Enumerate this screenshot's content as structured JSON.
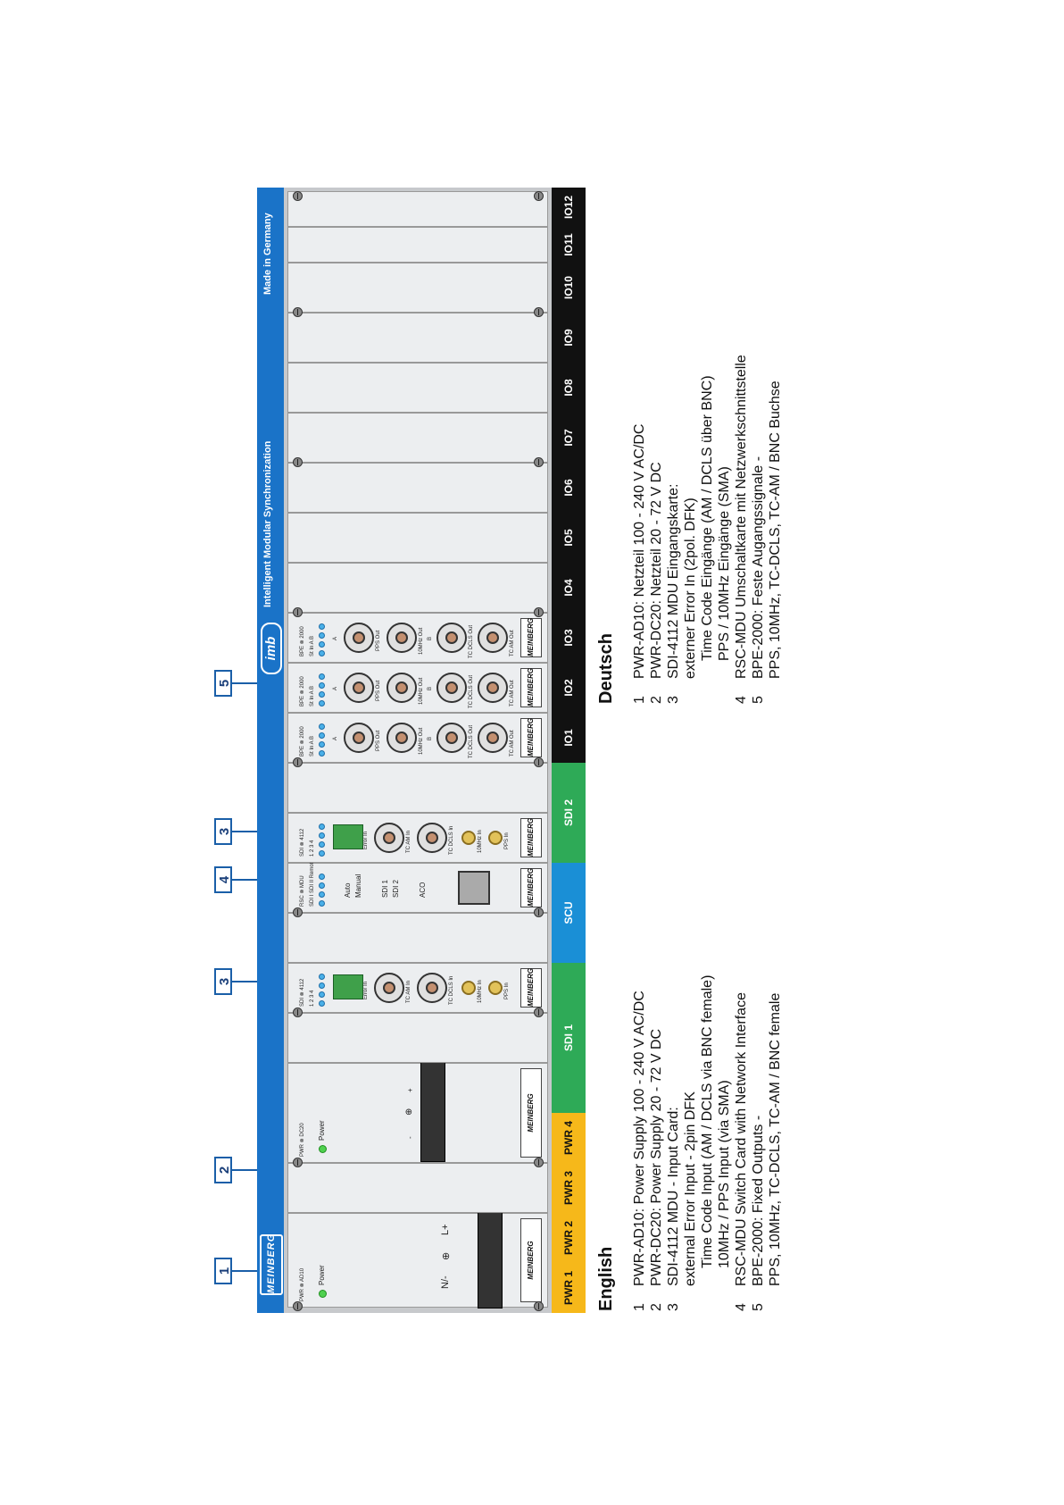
{
  "device": {
    "brand": "MEINBERG",
    "product_logo": "imb",
    "tagline": "Intelligent Modular Synchronization",
    "made_in": "Made in Germany",
    "slot_labels": [
      "PWR 1",
      "PWR 2",
      "PWR 3",
      "PWR 4",
      "SDI 1",
      "SCU",
      "SDI 2",
      "IO1",
      "IO2",
      "IO3",
      "IO4",
      "IO5",
      "IO6",
      "IO7",
      "IO8",
      "IO9",
      "IO10",
      "IO11",
      "IO12"
    ],
    "colors": {
      "power": "#f6b81a",
      "sdi": "#2eaa57",
      "scu": "#1a8fd6",
      "io": "#111111",
      "band": "#1a73c8"
    },
    "callouts": [
      "1",
      "2",
      "3",
      "4",
      "3",
      "5"
    ],
    "cards": {
      "pwr_ad10": {
        "title": "PWR ⊗ AD10",
        "power": "Power",
        "n": "N/-",
        "earth": "⊕",
        "l": "L+"
      },
      "pwr_dc20": {
        "title": "PWR ⊗ DC20",
        "power": "Power",
        "minus": "-",
        "earth": "⊕",
        "plus": "+"
      },
      "sdi1": {
        "title": "SDI ⊗ 4112",
        "leds": "1 2 3 4",
        "error": "Error In",
        "tcam": "TC AM In",
        "tcdcls": "TC DCLS In",
        "mhz": "10MHz In",
        "pps": "PPS In"
      },
      "rsc": {
        "title": "RSC ⊗ MDU",
        "leds": "SDI I  SDI II  Remote  Init",
        "auto": "Auto",
        "manual": "Manual",
        "sdi1": "SDI 1",
        "sdi2": "SDI 2",
        "aco": "ACO"
      },
      "sdi2": {
        "title": "SDI ⊗ 4112",
        "leds": "1 2 3 4",
        "error": "Error In",
        "tcam": "TC AM In",
        "tcdcls": "TC DCLS In",
        "mhz": "10MHz In",
        "pps": "PPS In"
      },
      "bpe": {
        "title": "BPE ⊗ 2000",
        "leds": "St  In  A  B",
        "a": "A",
        "b": "B",
        "pps": "PPS Out",
        "mhz": "10MHz Out",
        "tcdcls": "TC DCLS Out",
        "tcam": "TC AM Out"
      }
    }
  },
  "legend_en": {
    "heading": "English",
    "items": [
      {
        "num": "1",
        "lines": [
          "PWR-AD10: Power Supply 100 - 240 V AC/DC"
        ]
      },
      {
        "num": "2",
        "lines": [
          "PWR-DC20: Power Supply 20 - 72 V DC"
        ]
      },
      {
        "num": "3",
        "lines": [
          "SDI-4112 MDU - Input Card:",
          "external Error Input - 2pin DFK",
          "Time Code Input (AM / DCLS via BNC female)",
          "10MHz / PPS Input (via SMA)"
        ]
      },
      {
        "num": "4",
        "lines": [
          "RSC-MDU Switch Card with Network Interface"
        ]
      },
      {
        "num": "5",
        "lines": [
          "BPE-2000: Fixed Outputs -",
          "PPS, 10MHz, TC-DCLS, TC-AM / BNC female"
        ]
      }
    ]
  },
  "legend_de": {
    "heading": "Deutsch",
    "items": [
      {
        "num": "1",
        "lines": [
          "PWR-AD10: Netzteil 100 - 240 V AC/DC"
        ]
      },
      {
        "num": "2",
        "lines": [
          "PWR-DC20: Netzteil 20 - 72 V DC"
        ]
      },
      {
        "num": "3",
        "lines": [
          "SDI-4112 MDU Eingangskarte:",
          "externer Error In (2pol. DFK)",
          "Time Code Eingänge (AM / DCLS über BNC)",
          "PPS / 10MHz Eingänge (SMA)"
        ]
      },
      {
        "num": "4",
        "lines": [
          "RSC-MDU Umschaltkarte mit Netzwerkschnittstelle"
        ]
      },
      {
        "num": "5",
        "lines": [
          "BPE-2000: Feste Augangssignale -",
          "PPS, 10MHz, TC-DCLS, TC-AM / BNC Buchse"
        ]
      }
    ]
  }
}
